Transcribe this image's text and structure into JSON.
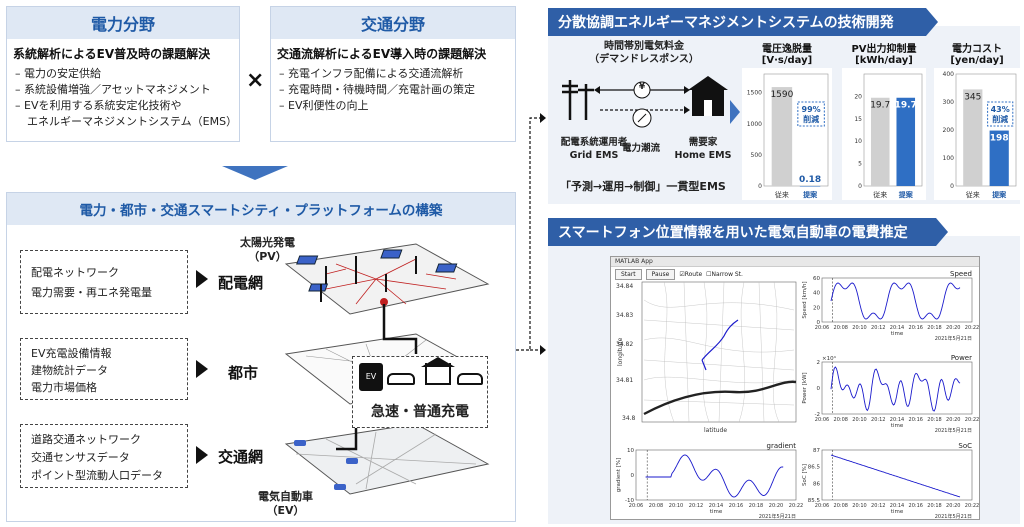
{
  "power": {
    "title": "電力分野",
    "heading": "系統解析によるEV普及時の課題解決",
    "items": [
      "電力の安定供給",
      "系統設備増強／アセットマネジメント",
      "EVを利用する系統安定化技術や",
      "エネルギーマネジメントシステム（EMS）"
    ]
  },
  "traffic": {
    "title": "交通分野",
    "heading": "交通流解析によるEV導入時の課題解決",
    "items": [
      "充電インフラ配備による交通流解析",
      "充電時間・待機時間／充電計画の策定",
      "EV利便性の向上"
    ]
  },
  "times": "×",
  "platform": {
    "title": "電力・都市・交通スマートシティ・プラットフォームの構築",
    "boxes": [
      [
        "配電ネットワーク",
        "電力需要・再エネ発電量"
      ],
      [
        "EV充電設備情報",
        "建物統計データ",
        "電力市場価格"
      ],
      [
        "道路交通ネットワーク",
        "交通センサスデータ",
        "ポイント型流動人口データ"
      ]
    ],
    "layers": [
      "配電網",
      "都市",
      "交通網"
    ],
    "pv_label": [
      "太陽光発電",
      "（PV）"
    ],
    "ev_label": [
      "電気自動車",
      "（EV）"
    ],
    "charge_label": "急速・普通充電",
    "ev_badge": "EV"
  },
  "ems": {
    "title": "分散協調エネルギーマネジメントシステムの技術開発",
    "tariff": [
      "時間帯別電気料金",
      "（デマンドレスポンス）"
    ],
    "yen": "¥",
    "grid": [
      "配電系統運用者",
      "Grid EMS"
    ],
    "flow": "電力潮流",
    "home": [
      "需要家",
      "Home EMS"
    ],
    "footer": "「予測→運用→制御」一貫型EMS",
    "charts": [
      {
        "title": "電圧逸脱量",
        "unit": "[V·s/day]",
        "before": 1590,
        "after": 0.18,
        "before_label": "1590",
        "after_label": "0.18",
        "badge": [
          "99%",
          "削減"
        ],
        "ylim": [
          0,
          1800
        ],
        "ticks": [
          "0",
          "500",
          "1000",
          "1500"
        ]
      },
      {
        "title": "PV出力抑制量",
        "unit": "[kWh/day]",
        "before": 19.7,
        "after": 19.7,
        "before_label": "19.7",
        "after_label": "19.7",
        "badge": [],
        "ylim": [
          0,
          25
        ],
        "ticks": [
          "0",
          "5",
          "10",
          "15",
          "20"
        ]
      },
      {
        "title": "電力コスト",
        "unit": "[yen/day]",
        "before": 345,
        "after": 198,
        "before_label": "345",
        "after_label": "198",
        "badge": [
          "43%",
          "削減"
        ],
        "ylim": [
          0,
          400
        ],
        "ticks": [
          "0",
          "100",
          "200",
          "300",
          "400"
        ]
      }
    ],
    "xcats": [
      "従来",
      "提案"
    ]
  },
  "smartphone": {
    "title": "スマートフォン位置情報を用いた電気自動車の電費推定",
    "app_title": "MATLAB App",
    "buttons": [
      "Start",
      "Pause"
    ],
    "checks": [
      "Route",
      "Narrow St."
    ],
    "map": {
      "ylabel": "longitude",
      "xlabel": "latitude",
      "yticks": [
        "34.84",
        "34.83",
        "34.82",
        "34.81",
        "34.8"
      ]
    },
    "panels": {
      "speed": {
        "title": "Speed",
        "ylabel": "Speed [km/h]",
        "yticks": [
          "0",
          "20",
          "40",
          "60"
        ]
      },
      "power": {
        "title": "Power",
        "ylabel": "Power [kW]",
        "yticks": [
          "-2",
          "0",
          "2"
        ],
        "exp": "×10⁴"
      },
      "gradient": {
        "title": "gradient",
        "ylabel": "gradient [%]",
        "yticks": [
          "-10",
          "0",
          "10"
        ]
      },
      "soc": {
        "title": "SoC",
        "ylabel": "SoC [%]",
        "yticks": [
          "85.5",
          "86",
          "86.5",
          "87"
        ]
      }
    },
    "xticks": [
      "20:06",
      "20:08",
      "20:10",
      "20:12",
      "20:14",
      "20:16",
      "20:18",
      "20:20",
      "20:22"
    ],
    "xlabel": "time",
    "date": "2021年5月21日"
  }
}
